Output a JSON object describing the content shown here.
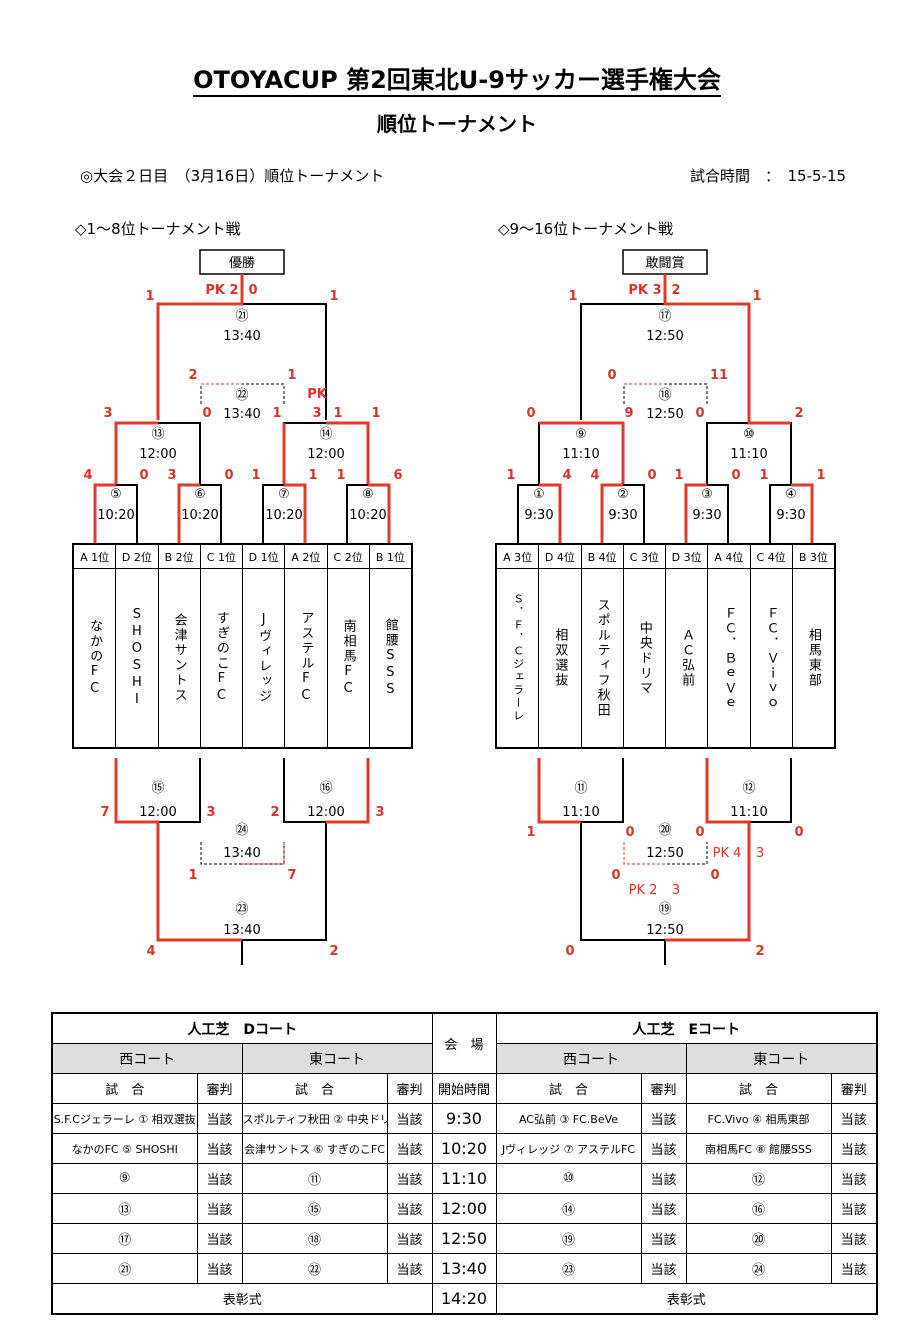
{
  "title": "OTOYACUP 第2回東北U-9サッカー選手権大会",
  "subtitle": "順位トーナメント",
  "day_info": "◎大会２日目　（3月16日）順位トーナメント",
  "match_time": "試合時間　：　15-5-15",
  "left_section": "◇1～8位トーナメント戦",
  "right_section": "◇9～16位トーナメント戦",
  "left_bracket": {
    "champion": "優勝",
    "final": {
      "no": "㉑",
      "time": "13:40",
      "pk": "PK  2",
      "score_l": "0",
      "edge_l": "1",
      "edge_r": "1"
    },
    "third": {
      "no": "㉒",
      "time": "13:40",
      "score_l": "2",
      "score_r": "1",
      "pk": "PK",
      "pk_val": "3",
      "sub_l": "0",
      "sub_r": "1"
    },
    "semis": [
      {
        "no": "⑬",
        "time": "12:00",
        "top": "3",
        "l": "4",
        "r": "0"
      },
      {
        "no": "⑭",
        "time": "12:00",
        "pkcol": "1",
        "top": "1",
        "l": "1",
        "r": "1"
      }
    ],
    "quarters": [
      {
        "no": "⑤",
        "time": "10:20",
        "l": "4",
        "r": "0"
      },
      {
        "no": "⑥",
        "time": "10:20",
        "l": "3",
        "r": "0"
      },
      {
        "no": "⑦",
        "time": "10:20",
        "l": "1",
        "r": "1"
      },
      {
        "no": "⑧",
        "time": "10:20",
        "l": "1",
        "r": "6"
      }
    ],
    "teams": [
      {
        "rank": "A 1位",
        "name": "なかのFC"
      },
      {
        "rank": "D 2位",
        "name": "SHOSHI"
      },
      {
        "rank": "B 2位",
        "name": "会津サントス"
      },
      {
        "rank": "C 1位",
        "name": "すぎのこFC"
      },
      {
        "rank": "D 1位",
        "name": "Jヴィレッジ"
      },
      {
        "rank": "A 2位",
        "name": "アステルFC"
      },
      {
        "rank": "C 2位",
        "name": "南相馬FC"
      },
      {
        "rank": "B 1位",
        "name": "館腰SSS"
      }
    ],
    "lower": {
      "m15": {
        "no": "⑮",
        "time": "12:00",
        "l": "7",
        "r": "3"
      },
      "m16": {
        "no": "⑯",
        "time": "12:00",
        "l": "2",
        "r": "3"
      },
      "m24": {
        "no": "㉔",
        "time": "13:40",
        "l": "1",
        "r": "7"
      },
      "m23": {
        "no": "㉓",
        "time": "13:40",
        "l": "4",
        "r": "2"
      }
    }
  },
  "right_bracket": {
    "champion": "敢闘賞",
    "final": {
      "no": "⑰",
      "time": "12:50",
      "pk": "PK  3",
      "score_r": "2",
      "edge_l": "1",
      "edge_r": "1"
    },
    "third": {
      "no": "⑱",
      "time": "12:50",
      "score_l": "0",
      "score_r": "11",
      "sub_l": "9",
      "sub_r": "0"
    },
    "semis": [
      {
        "no": "⑨",
        "time": "11:10",
        "top": "0",
        "l": "1",
        "r": "4"
      },
      {
        "no": "⑩",
        "time": "11:10",
        "top": "2",
        "l": "0",
        "r": "1"
      }
    ],
    "quarters": [
      {
        "no": "①",
        "time": "9:30",
        "l": "1",
        "r": "1"
      },
      {
        "no": "②",
        "time": "9:30",
        "l": "4",
        "r": "0"
      },
      {
        "no": "③",
        "time": "9:30",
        "l": "1",
        "r": "0"
      },
      {
        "no": "④",
        "time": "9:30",
        "l": "1",
        "r": "1"
      }
    ],
    "teams": [
      {
        "rank": "A 3位",
        "name": "Ｓ．Ｆ．Ｃジェラーレ"
      },
      {
        "rank": "D 4位",
        "name": "相双選抜"
      },
      {
        "rank": "B 4位",
        "name": "スポルティフ秋田"
      },
      {
        "rank": "C 3位",
        "name": "中央ドリマ"
      },
      {
        "rank": "D 3位",
        "name": "ＡＣ弘前"
      },
      {
        "rank": "A 4位",
        "name": "ＦＣ．ＢｅＶｅ"
      },
      {
        "rank": "C 4位",
        "name": "ＦＣ．Ｖｉｖｏ"
      },
      {
        "rank": "B 3位",
        "name": "相馬東部"
      }
    ],
    "lower": {
      "m11": {
        "no": "⑪",
        "time": "11:10",
        "l": "1",
        "r": "0"
      },
      "m12": {
        "no": "⑫",
        "time": "11:10",
        "l": "0",
        "r": "0"
      },
      "m20": {
        "no": "⑳",
        "time": "12:50",
        "l": "0",
        "r": "0",
        "pk": "PK  4",
        "pk_r": "3"
      },
      "m19": {
        "no": "⑲",
        "time": "12:50",
        "pk": "PK  2",
        "pk_r": "3",
        "l": "0",
        "r": "2"
      }
    }
  },
  "schedule": {
    "venue_label": "会　場",
    "court_d": "人工芝　Dコート",
    "court_e": "人工芝　Eコート",
    "west": "西コート",
    "east": "東コート",
    "match": "試　合",
    "referee": "審判",
    "start_time": "開始時間",
    "rows": [
      {
        "dw": "S.F.Cジェラーレ ① 相双選抜",
        "de": "スポルティフ秋田 ② 中央ドリマ",
        "time": "9:30",
        "ew": "AC弘前 ③ FC.BeVe",
        "ee": "FC.Vivo ④ 相馬東部"
      },
      {
        "dw": "なかのFC ⑤ SHOSHI",
        "de": "会津サントス ⑥ すぎのこFC",
        "time": "10:20",
        "ew": "Jヴィレッジ ⑦ アステルFC",
        "ee": "南相馬FC ⑧ 館腰SSS"
      },
      {
        "dw": "⑨",
        "de": "⑪",
        "time": "11:10",
        "ew": "⑩",
        "ee": "⑫"
      },
      {
        "dw": "⑬",
        "de": "⑮",
        "time": "12:00",
        "ew": "⑭",
        "ee": "⑯"
      },
      {
        "dw": "⑰",
        "de": "⑱",
        "time": "12:50",
        "ew": "⑲",
        "ee": "⑳"
      },
      {
        "dw": "㉑",
        "de": "㉒",
        "time": "13:40",
        "ew": "㉓",
        "ee": "㉔"
      }
    ],
    "ref": "当該",
    "ceremony": "表彰式",
    "ceremony_time": "14:20"
  },
  "colors": {
    "win": "#e03a2f",
    "line": "#000000",
    "score": "#d9342b"
  }
}
